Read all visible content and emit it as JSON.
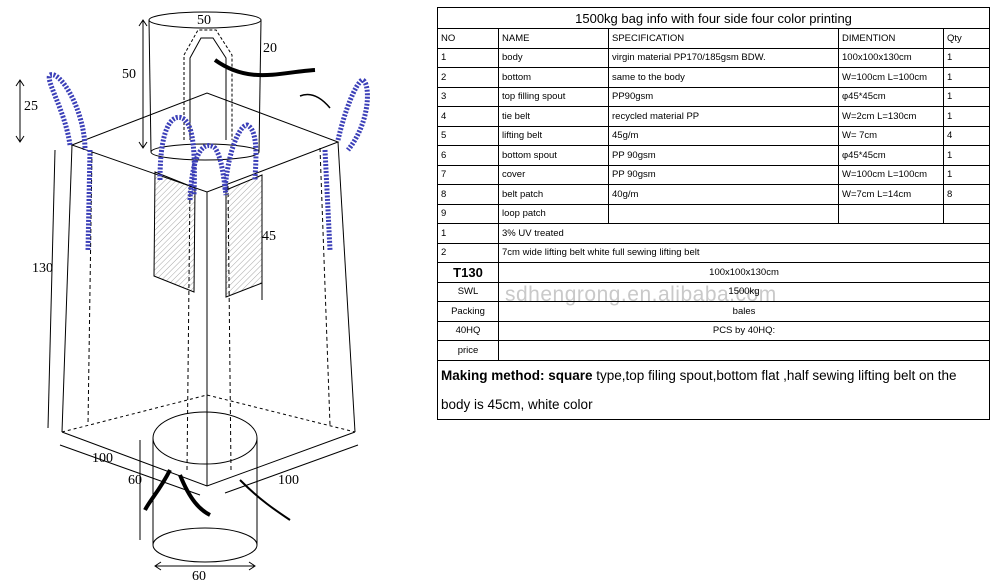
{
  "drawing": {
    "dim_labels": {
      "spout_top_width": "50",
      "spout_top_height": "20",
      "spout_top_length": "50",
      "loop_height": "25",
      "body_height": "130",
      "patch_length": "45",
      "base_left": "100",
      "base_right": "100",
      "bottom_spout_height": "60",
      "bottom_spout_width": "60"
    },
    "colors": {
      "line": "#000000",
      "lifting_loop": "#3b3fb8",
      "watermark": "#c9c9c9"
    }
  },
  "watermark": "sdhengrong.en.alibaba.com",
  "table": {
    "title": "1500kg bag info with four side four color printing",
    "headers": [
      "NO",
      "NAME",
      "SPECIFICATION",
      "DIMENTION",
      "Qty"
    ],
    "rows": [
      [
        "1",
        "body",
        "virgin material PP170/185gsm BDW.",
        "100x100x130cm",
        "1"
      ],
      [
        "2",
        "bottom",
        "same to the body",
        "W=100cm L=100cm",
        "1"
      ],
      [
        "3",
        "top filling spout",
        "PP90gsm",
        "φ45*45cm",
        "1"
      ],
      [
        "4",
        "tie belt",
        "recycled material PP",
        "W=2cm L=130cm",
        "1"
      ],
      [
        "5",
        "lifting belt",
        "45g/m",
        "W= 7cm",
        "4"
      ],
      [
        "6",
        "bottom spout",
        "PP 90gsm",
        "φ45*45cm",
        "1"
      ],
      [
        "7",
        "cover",
        "PP 90gsm",
        "W=100cm L=100cm",
        "1"
      ],
      [
        "8",
        "belt patch",
        "40g/m",
        "W=7cm L=14cm",
        "8"
      ],
      [
        "9",
        "loop patch",
        "",
        "",
        ""
      ]
    ],
    "notes": [
      {
        "no": "1",
        "text": "3% UV treated"
      },
      {
        "no": "2",
        "text": "7cm wide  lifting belt  white  full sewing lifting belt"
      }
    ],
    "info": [
      {
        "label": "T130",
        "value": "100x100x130cm"
      },
      {
        "label": "SWL",
        "value": "1500kg"
      },
      {
        "label": "Packing",
        "value": "bales"
      },
      {
        "label": "40HQ",
        "value": "PCS by 40HQ:"
      },
      {
        "label": "price",
        "value": ""
      }
    ],
    "method_label": "Making method: square",
    "method_text": " type,top filing spout,bottom flat ,half sewing lifting belt on the body is 45cm, white  color"
  }
}
